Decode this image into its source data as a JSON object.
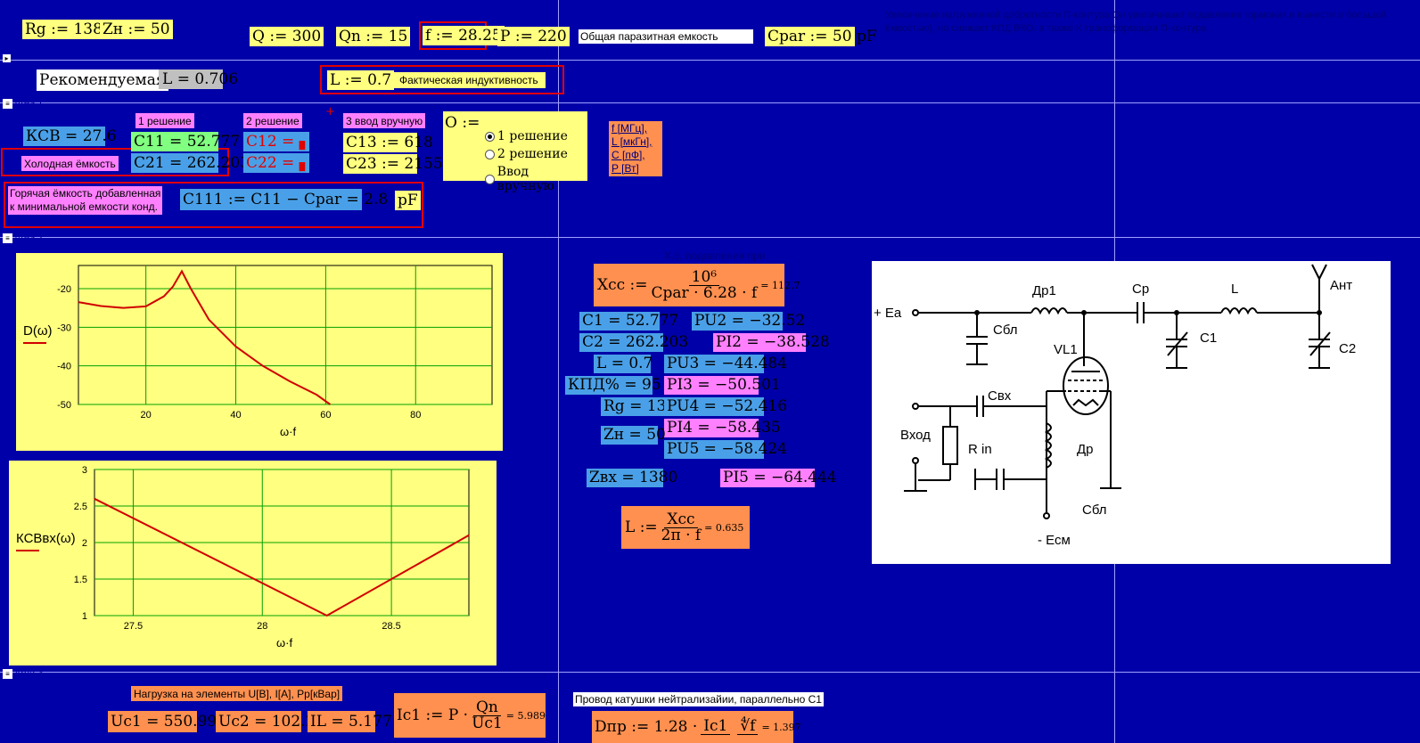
{
  "top": {
    "rg": "Rg := 1380",
    "zh": "Zн := 50",
    "q": "Q := 300",
    "qn": "Qn := 15",
    "f": "f := 28.25",
    "p": "P := 220",
    "cpar_label": "Общая паразитная емкость",
    "cpar": "Cpar := 50",
    "pf": "pF",
    "note": "Увеличение нагруженной добротности П-контура Qн увеличивает подавление гармоник и вынести в большой ёмкостью), но снижает КПД ВКО, а также К трансформации П-контура."
  },
  "row2": {
    "recommended": "Рекомендуемая",
    "l_rec": "L = 0.706",
    "l_set": "L := 0.7",
    "l_fact": "Фактическая индуктивность"
  },
  "regions": {
    "r1": "Area 1",
    "r2": "Area 2",
    "r3": "Area 3"
  },
  "solutions": {
    "ksv": "КСВ = 27.6",
    "cold": "Холодная ёмкость",
    "s1": "1 решение",
    "s2": "2 решение",
    "s3": "3 ввод вручную",
    "c11": "C11 = 52.777",
    "c21": "C21 = 262.203",
    "c12": "C12 = ▖",
    "c22": "C22 = ▖",
    "c13": "C13 := 618",
    "c23": "C23 := 2155",
    "o_label": "O :=",
    "opt1": "1 решение",
    "opt2": "2 решение",
    "opt3": "Ввод вручную",
    "plus": "+",
    "units": [
      "f [МГц],",
      "L [мкГн],",
      "C [пФ],",
      "P [Вт]"
    ],
    "hot1": "Горячая ёмкость добавленная",
    "hot2": "к минимальной емкости конд.",
    "c111": "C111 := C11 − Cpar = 2.8",
    "pf": "pF"
  },
  "chart_data": [
    {
      "type": "line",
      "ylabel": "D(ω)",
      "xlabel": "ω·f",
      "x": [
        5,
        10,
        15,
        20,
        24,
        26,
        28,
        30,
        34,
        40,
        46,
        52,
        58,
        61
      ],
      "values": [
        -23.5,
        -24.5,
        -25,
        -24.6,
        -22,
        -19.5,
        -15.5,
        -20,
        -28,
        -35,
        -40,
        -44,
        -47.5,
        -50
      ],
      "xlim": [
        5,
        97
      ],
      "ylim": [
        -50,
        -14
      ],
      "xticks": [
        20,
        40,
        60,
        80
      ],
      "yticks": [
        -20,
        -30,
        -40,
        -50
      ],
      "grid": true,
      "color": "#d00000"
    },
    {
      "type": "line",
      "ylabel": "КСВвх(ω)",
      "xlabel": "ω·f",
      "x": [
        27.35,
        28.25,
        28.8
      ],
      "values": [
        2.6,
        1.0,
        2.1
      ],
      "xlim": [
        27.35,
        28.8
      ],
      "ylim": [
        1,
        3
      ],
      "xticks": [
        27.5,
        28,
        28.5
      ],
      "yticks": [
        1,
        1.5,
        2,
        2.5,
        3
      ],
      "grid": true,
      "color": "#d00000"
    }
  ],
  "calc": {
    "title": "Х.с. подавления при",
    "xcc_lhs": "Xcc :=",
    "xcc_num": "10⁶",
    "xcc_den": "Cpar · 6.28 · f",
    "xcc_res": "= 112.7",
    "c1": "C1 = 52.777",
    "c2": "C2 = 262.203",
    "l": "L = 0.7",
    "kpd": "КПД% = 95",
    "rg": "Rg = 1380",
    "zh": "Zн = 50",
    "zvx": "Zвх = 1380",
    "pu2": "PU2 = −32.52",
    "pi2": "PI2 = −38.528",
    "pu3": "PU3 = −44.484",
    "pi3": "PI3 = −50.501",
    "pu4": "PU4 = −52.416",
    "pi4": "PI4 = −58.435",
    "pu5": "PU5 = −58.424",
    "pi5": "PI5 = −64.444",
    "l2_lhs": "L :=",
    "l2_num": "Xcc",
    "l2_den": "2π · f",
    "l2_res": "= 0.635"
  },
  "schematic": {
    "ea": "+ Eа",
    "dr1": "Др1",
    "sbl": "Сбл",
    "vl1": "VL1",
    "cp": "Cр",
    "l": "L",
    "c1": "C1",
    "ant": "Ант",
    "c2": "C2",
    "svx": "Свх",
    "vhod": "Вход",
    "rin": "R in",
    "dr": "Др",
    "sbl2": "Сбл",
    "esm": "- Есм"
  },
  "bottom": {
    "load": "Нагрузка на элементы U[В], I[A], Рр[кВар]",
    "uc1": "Uc1 = 550.999",
    "uc2": "Uc2 = 102.201",
    "il": "IL = 5.177",
    "ic1_lhs": "Ic1 := P ·",
    "ic1_num": "Qn",
    "ic1_den": "Uc1",
    "ic1_res": "= 5.989",
    "wire": "Провод катушки нейтрализайии, параллельно С1",
    "dpr_lhs": "Dпр := 1.28 ·",
    "dpr_num1": "Ic1",
    "dpr_num2": "∜f",
    "dpr_res": "= 1.397"
  }
}
